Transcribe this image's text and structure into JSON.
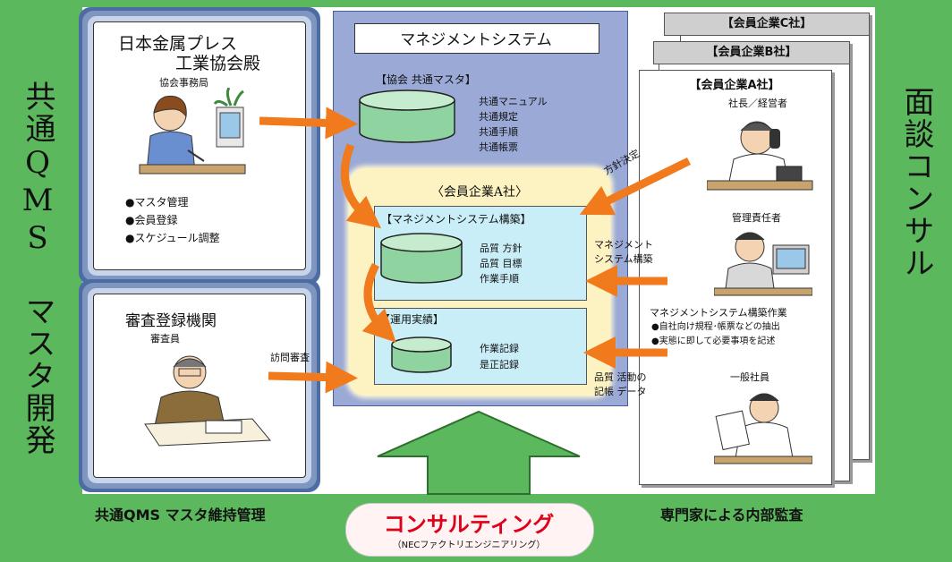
{
  "left_vertical_title": "共通QMS マスタ開発",
  "right_vertical_title": "面談コンサル",
  "association": {
    "title_line1": "日本金属プレス",
    "title_line2": "工業協会殿",
    "subtitle": "協会事務局",
    "bullets": [
      "●マスタ管理",
      "●会員登録",
      "●スケジュール調整"
    ]
  },
  "auditor": {
    "title": "審査登録機関",
    "subtitle": "審査員"
  },
  "management_system": {
    "title": "マネジメントシステム",
    "common_master": {
      "title": "【協会 共通マスタ】",
      "items": [
        "共通マニュアル",
        "共通規定",
        "共通手順",
        "共通帳票"
      ]
    },
    "member_company": {
      "title": "〈会員企業A社〉",
      "build": {
        "title": "【マネジメントシステム構築】",
        "items": [
          "品質 方針",
          "品質 目標",
          "作業手順"
        ]
      },
      "operation": {
        "title": "【運用実績】",
        "items": [
          "作業記録",
          "是正記録"
        ]
      }
    }
  },
  "arrow_labels": {
    "visit_audit": "訪問審査",
    "policy_decision": "方針決定",
    "ms_build_line1": "マネジメント",
    "ms_build_line2": "システム構築",
    "records_line1": "品質 活動の",
    "records_line2": "記帳 データ"
  },
  "companies": {
    "sheet_c": "【会員企業C社】",
    "sheet_b": "【会員企業B社】",
    "sheet_a": "【会員企業A社】",
    "president": "社長／経営者",
    "manager": "管理責任者",
    "work_title": "マネジメントシステム構築作業",
    "work_items": [
      "●自社向け規程･帳票などの抽出",
      "●実態に即して必要事項を記述"
    ],
    "employee": "一般社員"
  },
  "bottom": {
    "left": "共通QMS マスタ維持管理",
    "right": "専門家による内部監査",
    "consulting": "コンサルティング",
    "consulting_sub": "（NECファクトリエンジニアリング）"
  },
  "colors": {
    "green": "#5cb85c",
    "orange_arrow": "#f07a1c",
    "panel_blue": "#9aa9d6",
    "cream": "#fdf3c2",
    "cyan_box": "#c9eef8",
    "cylinder": "#8fd3a0",
    "consulting_red": "#e0001a"
  },
  "icons": {
    "office_worker": "woman-at-desk-icon",
    "auditor": "man-writing-icon",
    "president": "executive-on-phone-icon",
    "manager": "man-at-computer-icon",
    "employee": "man-reading-icon"
  }
}
